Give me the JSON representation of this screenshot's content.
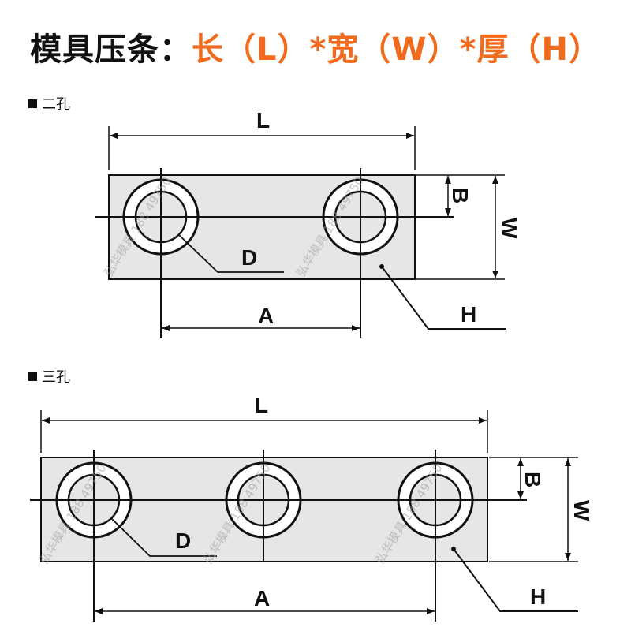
{
  "title": {
    "prefix": "模具压条：",
    "formula": "长（L）*宽（W）*厚（H）"
  },
  "sections": {
    "two_hole": {
      "label": "二孔"
    },
    "three_hole": {
      "label": "三孔"
    }
  },
  "dimensions": {
    "L": "L",
    "W": "W",
    "B": "B",
    "D": "D",
    "A": "A",
    "H": "H"
  },
  "watermark": "弘华模具 188 49750",
  "colors": {
    "accent": "#f26a1b",
    "plate_fill": "#e6e6e6",
    "line": "#111111"
  }
}
